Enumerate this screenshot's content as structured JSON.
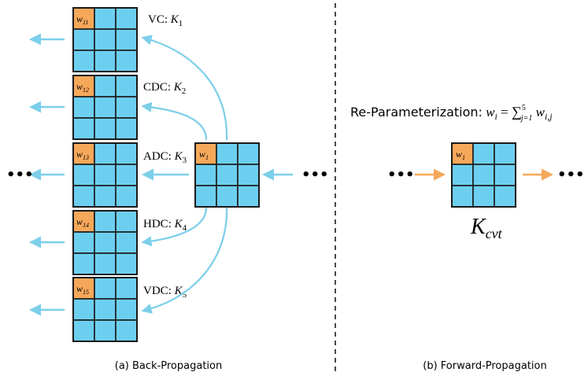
{
  "colors": {
    "cell": "#6DCFF0",
    "highlight": "#F6A85A",
    "grid": "#1a1a1a",
    "back_arrow": "#7CCFEA",
    "fwd_arrow": "#F6A85A",
    "text": "#111111"
  },
  "left_panel": {
    "caption": "(a) Back-Propagation",
    "ellipsis_left": "•••",
    "ellipsis_right": "•••",
    "source_kernel": {
      "weight_main": "w",
      "weight_sub": "1"
    },
    "kernels": [
      {
        "op": "VC",
        "sym_main": "K",
        "sym_sub": "1",
        "weight_main": "w",
        "weight_sub": "11"
      },
      {
        "op": "CDC",
        "sym_main": "K",
        "sym_sub": "2",
        "weight_main": "w",
        "weight_sub": "12"
      },
      {
        "op": "ADC",
        "sym_main": "K",
        "sym_sub": "3",
        "weight_main": "w",
        "weight_sub": "13"
      },
      {
        "op": "HDC",
        "sym_main": "K",
        "sym_sub": "4",
        "weight_main": "w",
        "weight_sub": "14"
      },
      {
        "op": "VDC",
        "sym_main": "K",
        "sym_sub": "5",
        "weight_main": "w",
        "weight_sub": "15"
      }
    ]
  },
  "right_panel": {
    "caption": "(b) Forward-Propagation",
    "reparam_prefix": "Re-Parameterization:",
    "formula": {
      "lhs_main": "w",
      "lhs_sub": "i",
      "equals": "=",
      "sum": "∑",
      "sum_upper": "5",
      "sum_lower": "j=1",
      "rhs_main": "w",
      "rhs_sub": "i,j"
    },
    "ellipsis_left": "•••",
    "ellipsis_right": "•••",
    "kernel": {
      "weight_main": "w",
      "weight_sub": "1"
    },
    "kernel_label_main": "K",
    "kernel_label_sub": "cvt"
  }
}
